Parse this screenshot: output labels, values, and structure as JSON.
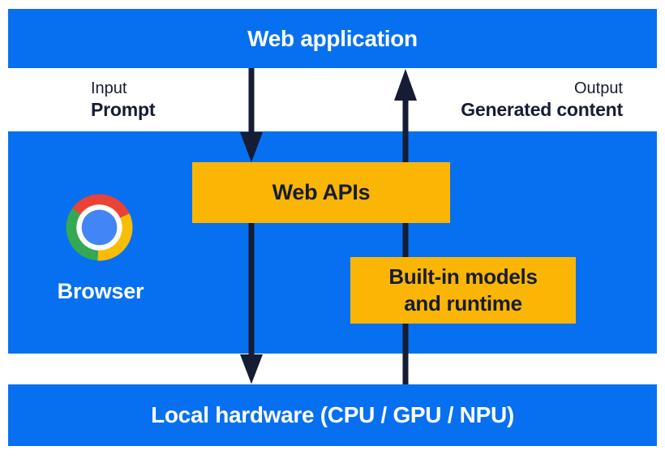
{
  "colors": {
    "panel-blue": "#0670F0",
    "box-yellow": "#FBB605",
    "ink": "#161C33",
    "text-white": "#FFFFFF",
    "chrome-red": "#EA4335",
    "chrome-yellow": "#FBBC04",
    "chrome-green": "#34A853",
    "chrome-blue": "#4285F4"
  },
  "top_bar": {
    "label": "Web application"
  },
  "io_labels": {
    "input_caption": "Input",
    "input_value": "Prompt",
    "output_caption": "Output",
    "output_value": "Generated content"
  },
  "browser_panel": {
    "browser_label": "Browser",
    "web_apis_label": "Web APIs",
    "builtin_models_line1": "Built-in models",
    "builtin_models_line2": "and runtime"
  },
  "bottom_bar": {
    "label": "Local hardware (CPU / GPU / NPU)"
  },
  "icons": {
    "chrome": "chrome-logo",
    "down_flow": "arrow-down",
    "up_flow": "arrow-up"
  }
}
